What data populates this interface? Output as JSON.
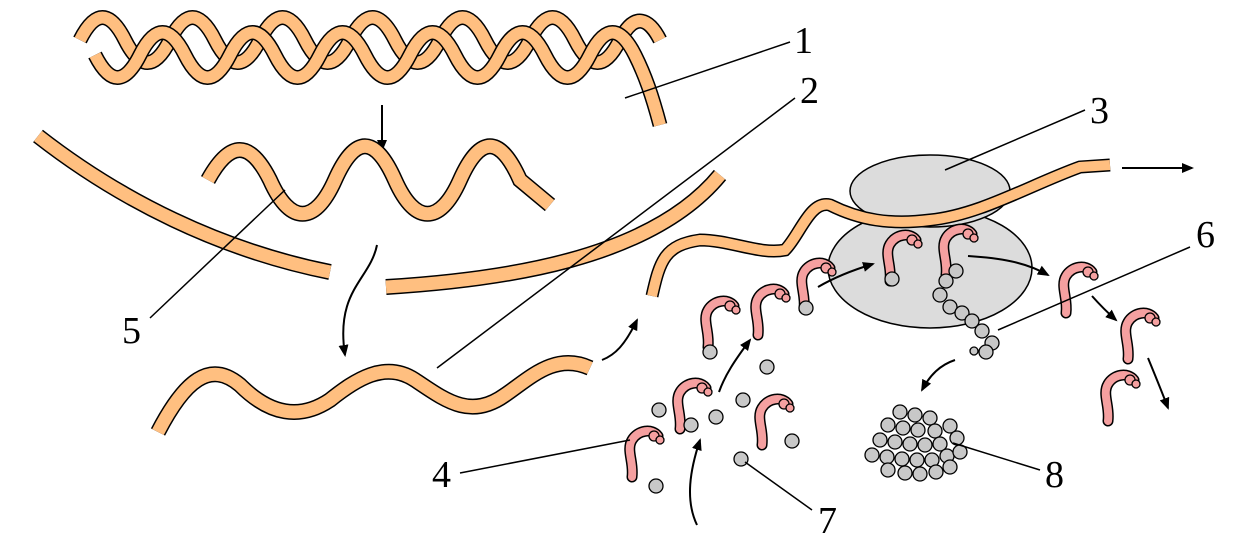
{
  "labels": {
    "l1": "1",
    "l2": "2",
    "l3": "3",
    "l4": "4",
    "l5": "5",
    "l6": "6",
    "l7": "7",
    "l8": "8"
  },
  "colors": {
    "ribbon": "#ffbf80",
    "ribbon_edge": "#000000",
    "ribosome": "#dcdcdc",
    "trna": "#f5a0a0",
    "amino_acid": "#c8c8c8"
  }
}
